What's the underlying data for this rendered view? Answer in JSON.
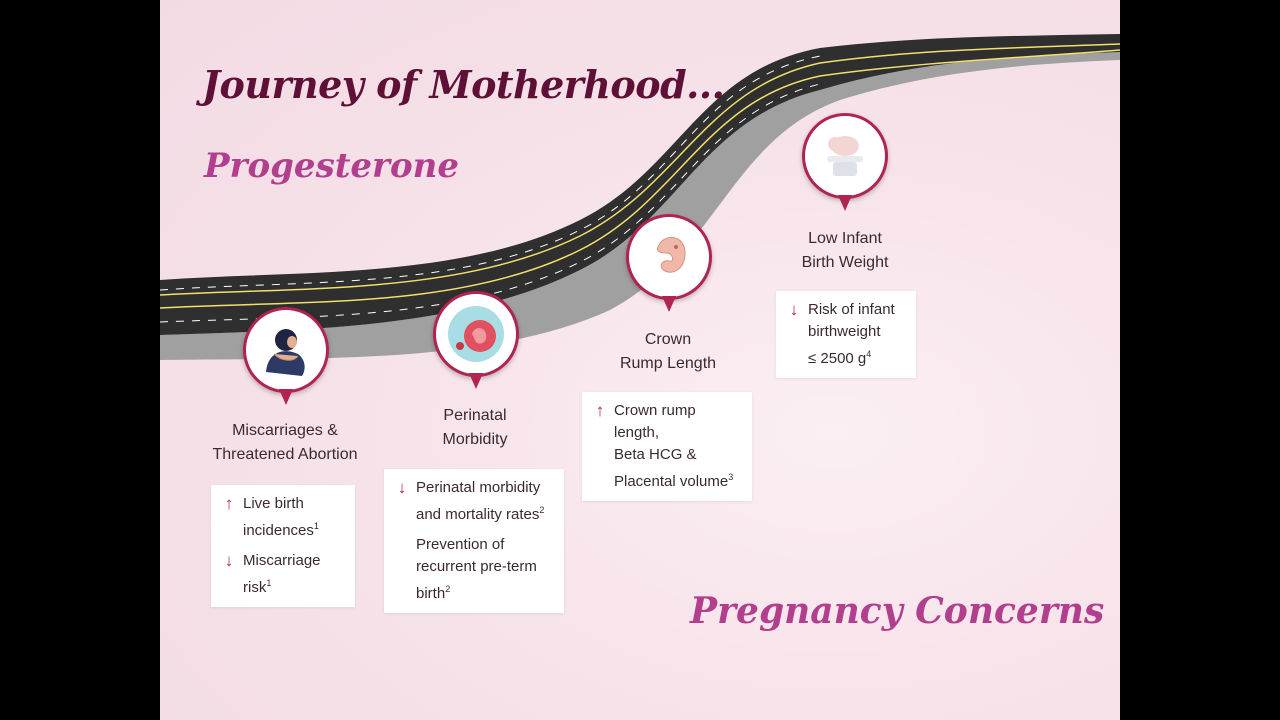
{
  "title": "Journey of Motherhood...",
  "subtitle": "Progesterone",
  "footer_title": "Pregnancy Concerns",
  "colors": {
    "title": "#5e1036",
    "accent": "#b13f8e",
    "pin": "#b0244f",
    "road": "#2f2f2f",
    "road_edge": "#9a9a9a",
    "lane": "#f3df6a"
  },
  "milestones": [
    {
      "icon": "sad-woman-icon",
      "label_line1": "Miscarriages &",
      "label_line2": "Threatened Abortion",
      "items": [
        {
          "arrow": "↑",
          "text": "Live birth\nincidences",
          "ref": "1"
        },
        {
          "arrow": "↓",
          "text": "Miscarriage\nrisk",
          "ref": "1"
        }
      ]
    },
    {
      "icon": "fetus-in-womb-icon",
      "label_line1": "Perinatal",
      "label_line2": "Morbidity",
      "items": [
        {
          "arrow": "↓",
          "text": "Perinatal morbidity\nand mortality rates",
          "ref": "2"
        },
        {
          "arrow": "",
          "text": "Prevention of\nrecurrent pre-term\nbirth",
          "ref": "2"
        }
      ]
    },
    {
      "icon": "embryo-icon",
      "label_line1": "Crown",
      "label_line2": "Rump Length",
      "items": [
        {
          "arrow": "↑",
          "text": "Crown rump length,\nBeta HCG &\nPlacental volume",
          "ref": "3"
        }
      ]
    },
    {
      "icon": "baby-on-scale-icon",
      "label_line1": "Low Infant",
      "label_line2": "Birth Weight",
      "items": [
        {
          "arrow": "↓",
          "text": "Risk of infant\nbirthweight\n≤ 2500 g",
          "ref": "4"
        }
      ]
    }
  ]
}
